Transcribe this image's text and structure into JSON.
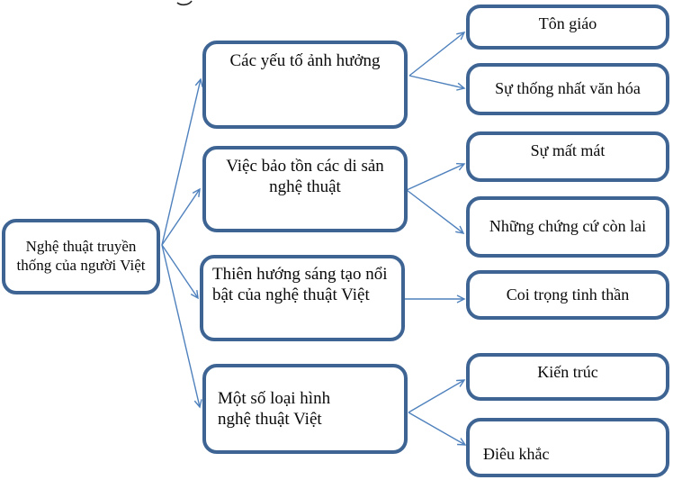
{
  "diagram": {
    "colors": {
      "node_border": "#3E6494",
      "arrow": "#4F81BD",
      "text": "#0A0A0A",
      "background": "#FFFFFF"
    },
    "nodes": {
      "root": {
        "label": "Nghệ thuật truyền thống của người Việt"
      },
      "m1": {
        "label": "Các yếu tố ảnh hưởng"
      },
      "m2": {
        "label": "Việc bảo tồn các di sản nghệ thuật"
      },
      "m3": {
        "label": "Thiên hướng sáng tạo nổi bật của nghệ thuật Việt"
      },
      "m4": {
        "label": "Một số loại hình nghệ thuật Việt"
      },
      "r1": {
        "label": "Tôn giáo"
      },
      "r2": {
        "label": "Sự thống nhất văn hóa"
      },
      "r3": {
        "label": "Sự mất mát"
      },
      "r4": {
        "label": "Những chứng cứ còn lai"
      },
      "r5": {
        "label": "Coi trọng tinh thần"
      },
      "r6": {
        "label": "Kiến trúc"
      },
      "r7": {
        "label": "Điêu khắc"
      }
    },
    "edges": [
      {
        "from": "root",
        "to": "m1"
      },
      {
        "from": "root",
        "to": "m2"
      },
      {
        "from": "root",
        "to": "m3"
      },
      {
        "from": "root",
        "to": "m4"
      },
      {
        "from": "m1",
        "to": "r1"
      },
      {
        "from": "m1",
        "to": "r2"
      },
      {
        "from": "m2",
        "to": "r3"
      },
      {
        "from": "m2",
        "to": "r4"
      },
      {
        "from": "m3",
        "to": "r5"
      },
      {
        "from": "m4",
        "to": "r6"
      },
      {
        "from": "m4",
        "to": "r7"
      }
    ]
  }
}
